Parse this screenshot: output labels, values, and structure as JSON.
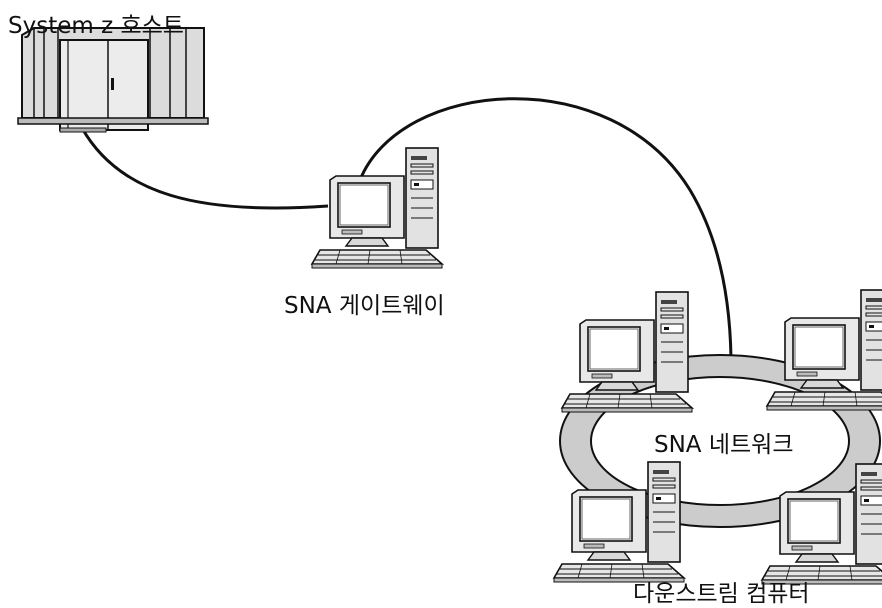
{
  "labels": {
    "host": "System z 호스트",
    "gateway": "SNA 게이트웨이",
    "network": "SNA 네트워크",
    "downstream": "다운스트림 컴퓨터"
  },
  "icons": {
    "host": "mainframe-icon",
    "gateway": "workstation-icon",
    "downstream": "workstation-icon"
  },
  "colors": {
    "ring": "#cccccc",
    "line": "#111111",
    "hardware": "#dcdcdc",
    "background": "#ffffff"
  }
}
